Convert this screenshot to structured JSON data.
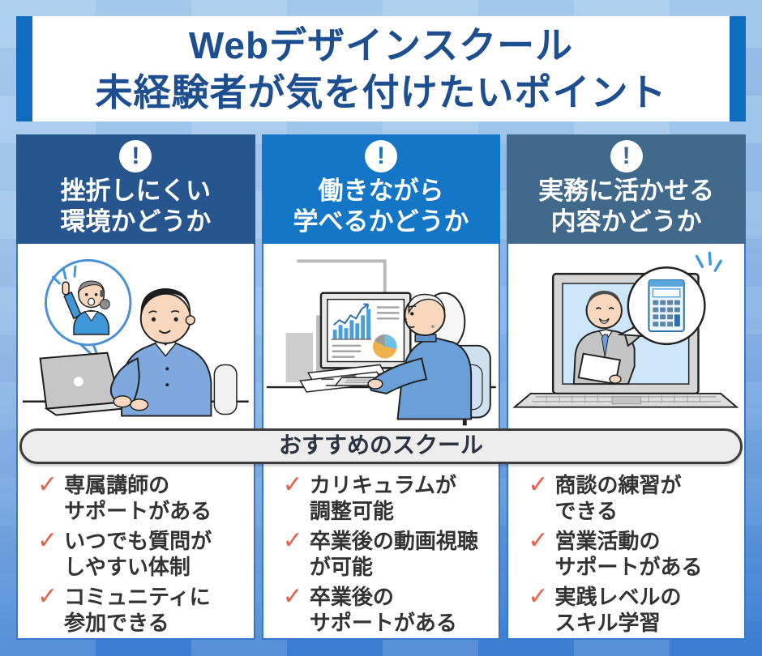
{
  "header": {
    "line1": "Webデザインスクール",
    "line2": "未経験者が気を付けたいポイント"
  },
  "banner": {
    "label": "おすすめのスクール"
  },
  "icons": {
    "exclamation": "!",
    "check": "✓"
  },
  "colors": {
    "title_text": "#1d4e8f",
    "title_side_bar": "#0d6cbd",
    "col1_header_bg": "#27568f",
    "col2_header_bg": "#1376c6",
    "col3_header_bg": "#40698c",
    "check_mark": "#e8604a",
    "list_text": "#333333",
    "pill_bg": "#ededed",
    "panel_border": "#3878c8",
    "background_top": "#a2c8ec",
    "background_bottom": "#3b7fd4"
  },
  "columns": [
    {
      "header": {
        "line1": "挫折しにくい",
        "line2": "環境かどうか"
      },
      "illustration": "man-at-laptop-with-mentor-bubble",
      "items": [
        {
          "line1": "専属講師の",
          "line2": "サポートがある"
        },
        {
          "line1": "いつでも質問が",
          "line2": "しやすい体制"
        },
        {
          "line1": "コミュニティに",
          "line2": "参加できる"
        }
      ]
    },
    {
      "header": {
        "line1": "働きながら",
        "line2": "学べるかどうか"
      },
      "illustration": "woman-working-at-monitor-with-charts",
      "items": [
        {
          "line1": "カリキュラムが",
          "line2": "調整可能"
        },
        {
          "line1": "卒業後の動画視聴",
          "line2": "が可能"
        },
        {
          "line1": "卒業後の",
          "line2": "サポートがある"
        }
      ]
    },
    {
      "header": {
        "line1": "実務に活かせる",
        "line2": "内容かどうか"
      },
      "illustration": "laptop-presenter-with-calculator-bubble",
      "items": [
        {
          "line1": "商談の練習が",
          "line2": "できる"
        },
        {
          "line1": "営業活動の",
          "line2": "サポートがある"
        },
        {
          "line1": "実践レベルの",
          "line2": "スキル学習"
        }
      ]
    }
  ]
}
